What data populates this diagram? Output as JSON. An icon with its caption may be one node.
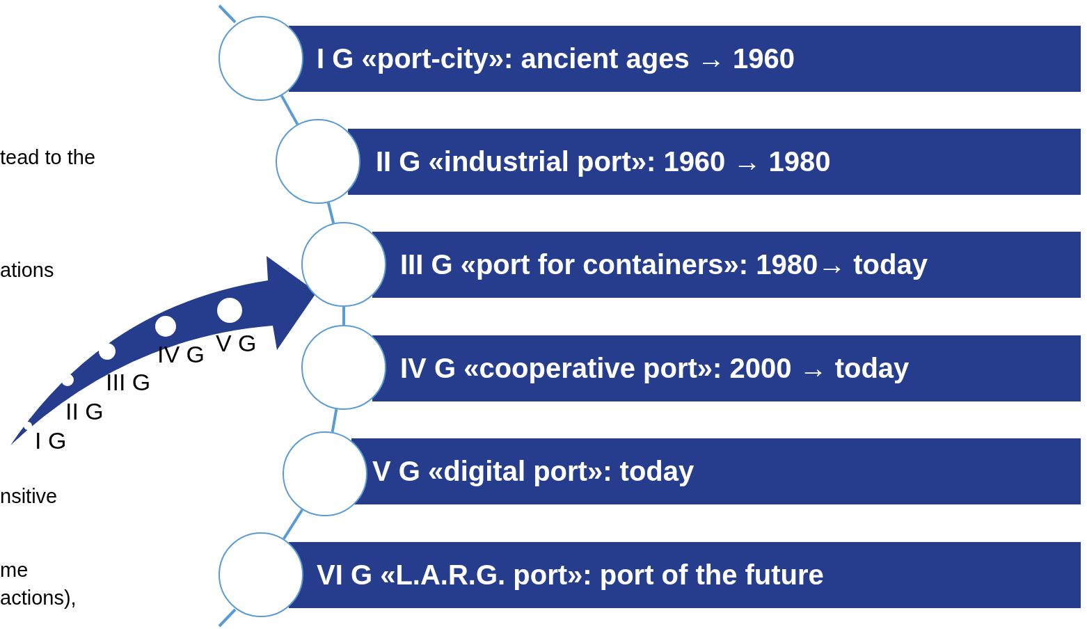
{
  "diagram": {
    "nodes": [
      {
        "text": [
          "I G  «port-city»: ancient ages → 1960"
        ]
      },
      {
        "text": [
          "II G «industrial port»: 1960 → 1980"
        ]
      },
      {
        "text": [
          "III G «port for containers»: 1980→ today"
        ]
      },
      {
        "text": [
          "IV G «cooperative port»: 2000 → today"
        ]
      },
      {
        "text": [
          "V G «digital port»: today"
        ]
      },
      {
        "text": [
          "VI G «L.A.R.G. port»: port of the future"
        ]
      },
      {
        "text": [],
        "shape": "circle"
      },
      {
        "text": [],
        "shape": "circle"
      },
      {
        "text": [],
        "shape": "circle"
      },
      {
        "text": [],
        "shape": "circle"
      },
      {
        "text": [],
        "shape": "circle"
      },
      {
        "text": [],
        "shape": "circle"
      },
      {
        "text": [],
        "shape": "circle",
        "beside": [
          "I G"
        ]
      },
      {
        "text": [],
        "shape": "circle",
        "beside": [
          "II G"
        ]
      },
      {
        "text": [],
        "shape": "circle",
        "beside": [
          "III G"
        ]
      },
      {
        "text": [],
        "shape": "circle",
        "beside": [
          "IV G"
        ]
      },
      {
        "text": [],
        "shape": "circle",
        "beside": [
          "V G"
        ]
      }
    ],
    "edges": [
      {
        "from": null,
        "to": 8,
        "arrow": "to",
        "style": "thick"
      },
      {
        "from": 6,
        "to": 7,
        "arrow": "none"
      },
      {
        "from": 7,
        "to": 8,
        "arrow": "none"
      },
      {
        "from": 8,
        "to": 9,
        "arrow": "none"
      },
      {
        "from": 9,
        "to": 10,
        "arrow": "none"
      },
      {
        "from": 10,
        "to": 11,
        "arrow": "none"
      }
    ],
    "labels": [
      "tead to the",
      "ations",
      "nsitive",
      "me",
      "actions),"
    ]
  }
}
